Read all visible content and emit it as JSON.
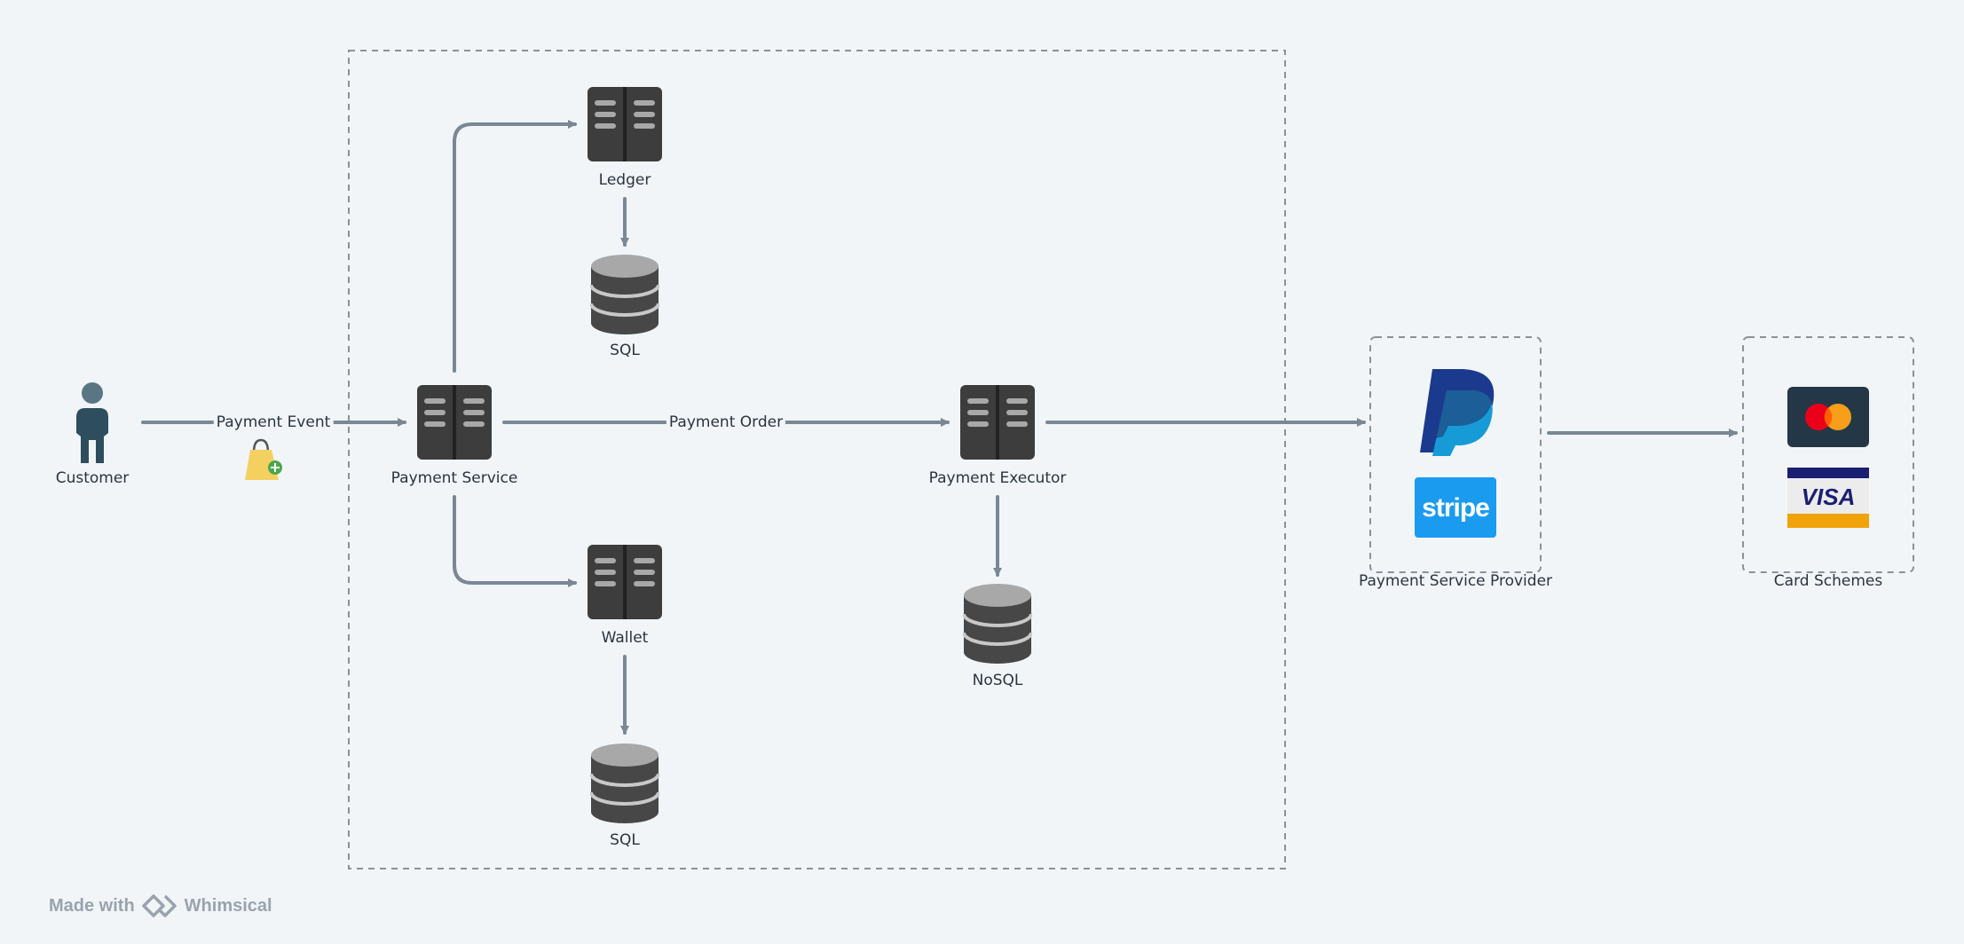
{
  "nodes": {
    "customer": "Customer",
    "payment_service": "Payment Service",
    "ledger": "Ledger",
    "ledger_db": "SQL",
    "wallet": "Wallet",
    "wallet_db": "SQL",
    "payment_executor": "Payment Executor",
    "executor_db": "NoSQL",
    "psp_group": "Payment Service Provider",
    "card_group": "Card Schemes"
  },
  "edges": {
    "payment_event": "Payment Event",
    "payment_order": "Payment Order"
  },
  "logos": {
    "stripe": "stripe",
    "visa": "VISA"
  },
  "footer": {
    "made_with": "Made with",
    "brand": "Whimsical"
  },
  "icons": [
    "person-icon",
    "shopping-bag-icon",
    "server-icon",
    "database-icon",
    "paypal-logo",
    "stripe-logo",
    "mastercard-logo",
    "visa-logo",
    "whimsical-logo"
  ],
  "colors": {
    "arrow": "#7a8794",
    "server": "#3d3d3d",
    "database": "#4a4a4a",
    "database_top": "#a8a8a8",
    "stripe": "#1a9bf0",
    "mastercard_bg": "#243746",
    "paypal_dark": "#1b3a8e",
    "paypal_light": "#169bd7"
  }
}
